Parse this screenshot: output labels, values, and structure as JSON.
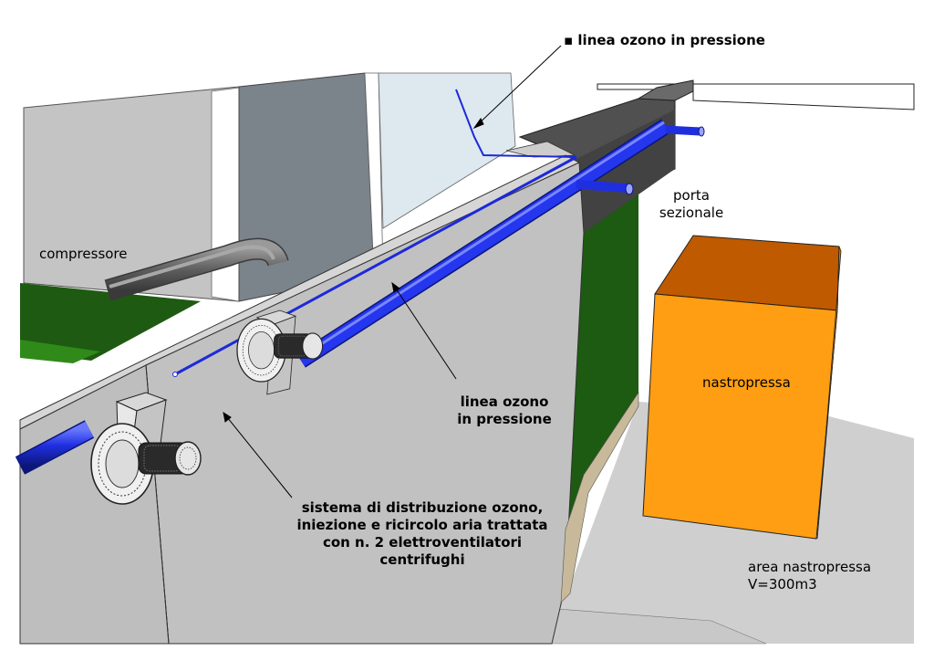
{
  "labels": {
    "top_pressure_line": "linea ozono in pressione",
    "compressor": "compressore",
    "sectional_door": [
      "porta",
      "sezionale"
    ],
    "center_pressure_line": [
      "linea ozono",
      "in pressione"
    ],
    "distribution_system": [
      "sistema di distribuzione ozono,",
      "iniezione e ricircolo aria trattata",
      "con n. 2 elettroventilatori",
      "centrifughi"
    ],
    "belt_press": "nastropressa",
    "belt_press_area": [
      "area nastropressa",
      "V=300m3"
    ]
  },
  "colors": {
    "pipe": "#1f2fe0",
    "belt_press_front": "#ff9e12",
    "belt_press_top": "#bf5a00",
    "green_panel": "#1d5a12",
    "wall": "#c2c2c2",
    "wall_dark": "#858c92",
    "duct": "#5f5f5f"
  },
  "icons": [
    "centrifugal-fan-icon",
    "centrifugal-fan-icon"
  ]
}
